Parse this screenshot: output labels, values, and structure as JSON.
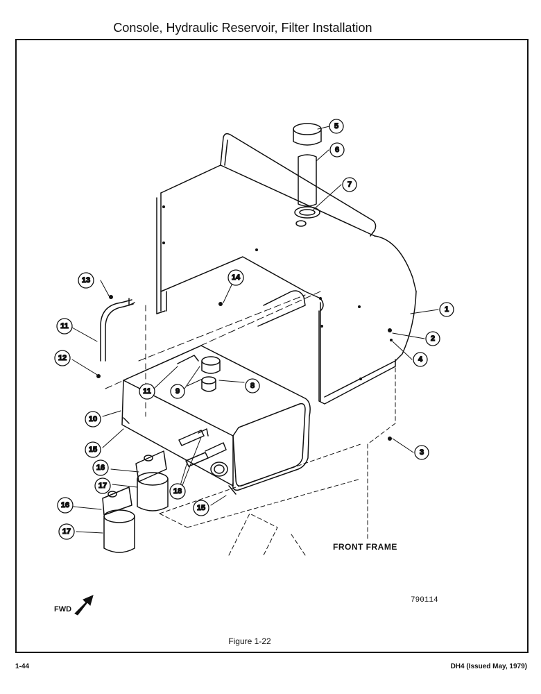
{
  "header": {
    "title": "Console, Hydraulic Reservoir, Filter Installation"
  },
  "figure": {
    "caption": "Figure 1-22",
    "labels": {
      "front_frame": "FRONT FRAME",
      "fwd": "FWD",
      "drawing_number": "790114"
    },
    "callouts": [
      "1",
      "2",
      "3",
      "4",
      "5",
      "6",
      "7",
      "8",
      "9",
      "10",
      "11",
      "11",
      "12",
      "13",
      "14",
      "15",
      "15",
      "16",
      "16",
      "17",
      "17",
      "18"
    ]
  },
  "footer": {
    "page_number": "1-44",
    "document_ref": "DH4 (Issued May, 1979)"
  }
}
